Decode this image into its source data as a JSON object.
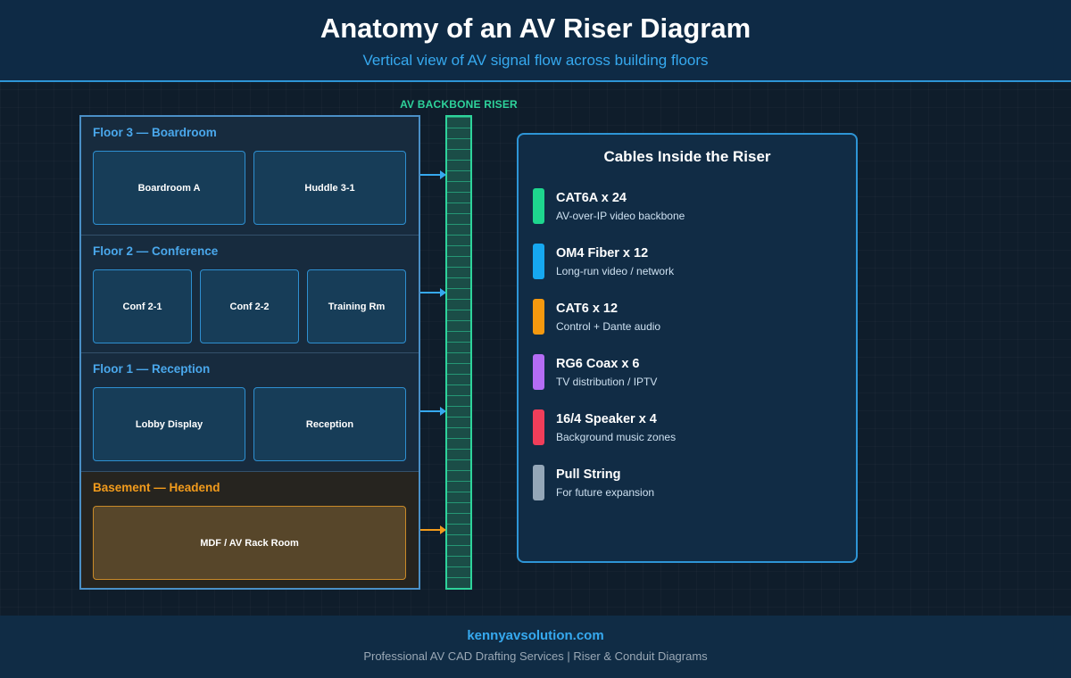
{
  "header": {
    "title": "Anatomy of an AV Riser Diagram",
    "subtitle": "Vertical view of AV signal flow across building floors"
  },
  "building": {
    "floors": [
      {
        "label": "Floor 3 — Boardroom",
        "rooms": [
          "Boardroom A",
          "Huddle 3-1"
        ]
      },
      {
        "label": "Floor 2 — Conference",
        "rooms": [
          "Conf 2-1",
          "Conf 2-2",
          "Training Rm"
        ]
      },
      {
        "label": "Floor 1 — Reception",
        "rooms": [
          "Lobby Display",
          "Reception"
        ]
      },
      {
        "label": "Basement — Headend",
        "rooms": [
          "MDF / AV Rack Room"
        ]
      }
    ]
  },
  "riser": {
    "label": "AV BACKBONE RISER",
    "color": "#2ed39b"
  },
  "arrows": {
    "floor_color": "#36a9ef",
    "headend_color": "#f29b1c"
  },
  "cables": {
    "title": "Cables Inside the Riser",
    "items": [
      {
        "name": "CAT6A x 24",
        "desc": "AV-over-IP video backbone",
        "color": "#1ed68e"
      },
      {
        "name": "OM4 Fiber x 12",
        "desc": "Long-run video / network",
        "color": "#16a8f0"
      },
      {
        "name": "CAT6 x 12",
        "desc": "Control + Dante audio",
        "color": "#f5990f"
      },
      {
        "name": "RG6 Coax x 6",
        "desc": "TV distribution / IPTV",
        "color": "#b46cf4"
      },
      {
        "name": "16/4 Speaker x 4",
        "desc": "Background music zones",
        "color": "#f03e5a"
      },
      {
        "name": "Pull String",
        "desc": "For future expansion",
        "color": "#94a7b8"
      }
    ]
  },
  "footer": {
    "site": "kennyavsolution.com",
    "tagline": "Professional AV CAD Drafting Services | Riser & Conduit Diagrams"
  }
}
